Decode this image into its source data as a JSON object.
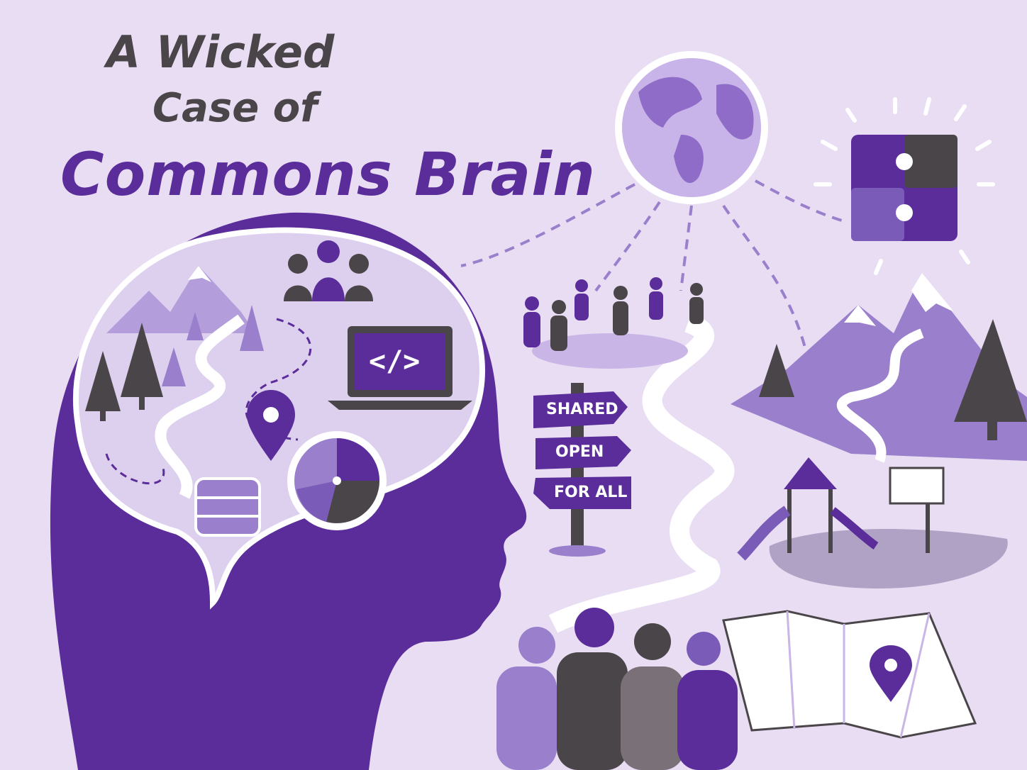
{
  "title": {
    "line1": "A Wicked",
    "line2": "Case of",
    "line3": "Commons Brain"
  },
  "signpost": [
    "SHARED",
    "OPEN",
    "FOR ALL"
  ],
  "laptop_code": "</>",
  "colors": {
    "background": "#e9ddf4",
    "primary_purple": "#5b2d9a",
    "light_purple": "#a98bd6",
    "gray": "#4a4548"
  }
}
